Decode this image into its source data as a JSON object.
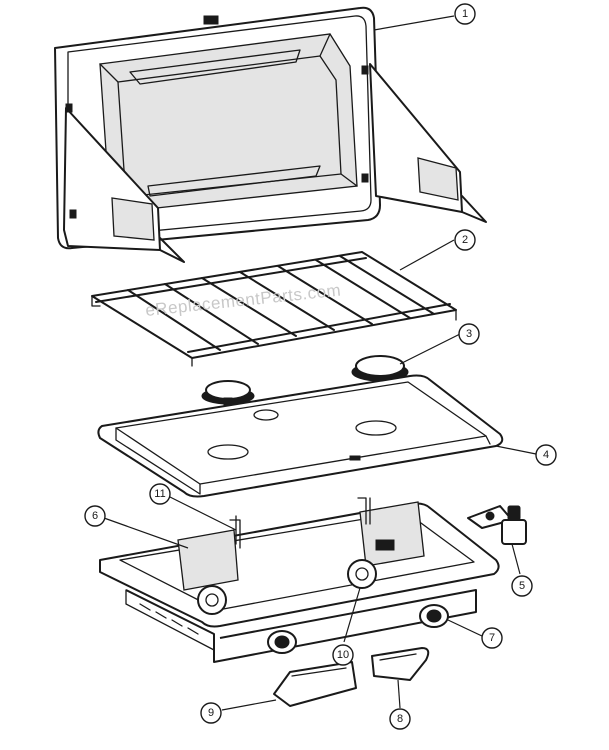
{
  "watermark": "eReplacementParts.com",
  "callouts": [
    {
      "id": "1"
    },
    {
      "id": "2"
    },
    {
      "id": "3"
    },
    {
      "id": "4"
    },
    {
      "id": "5"
    },
    {
      "id": "6"
    },
    {
      "id": "7"
    },
    {
      "id": "8"
    },
    {
      "id": "9"
    },
    {
      "id": "10"
    },
    {
      "id": "11"
    }
  ]
}
